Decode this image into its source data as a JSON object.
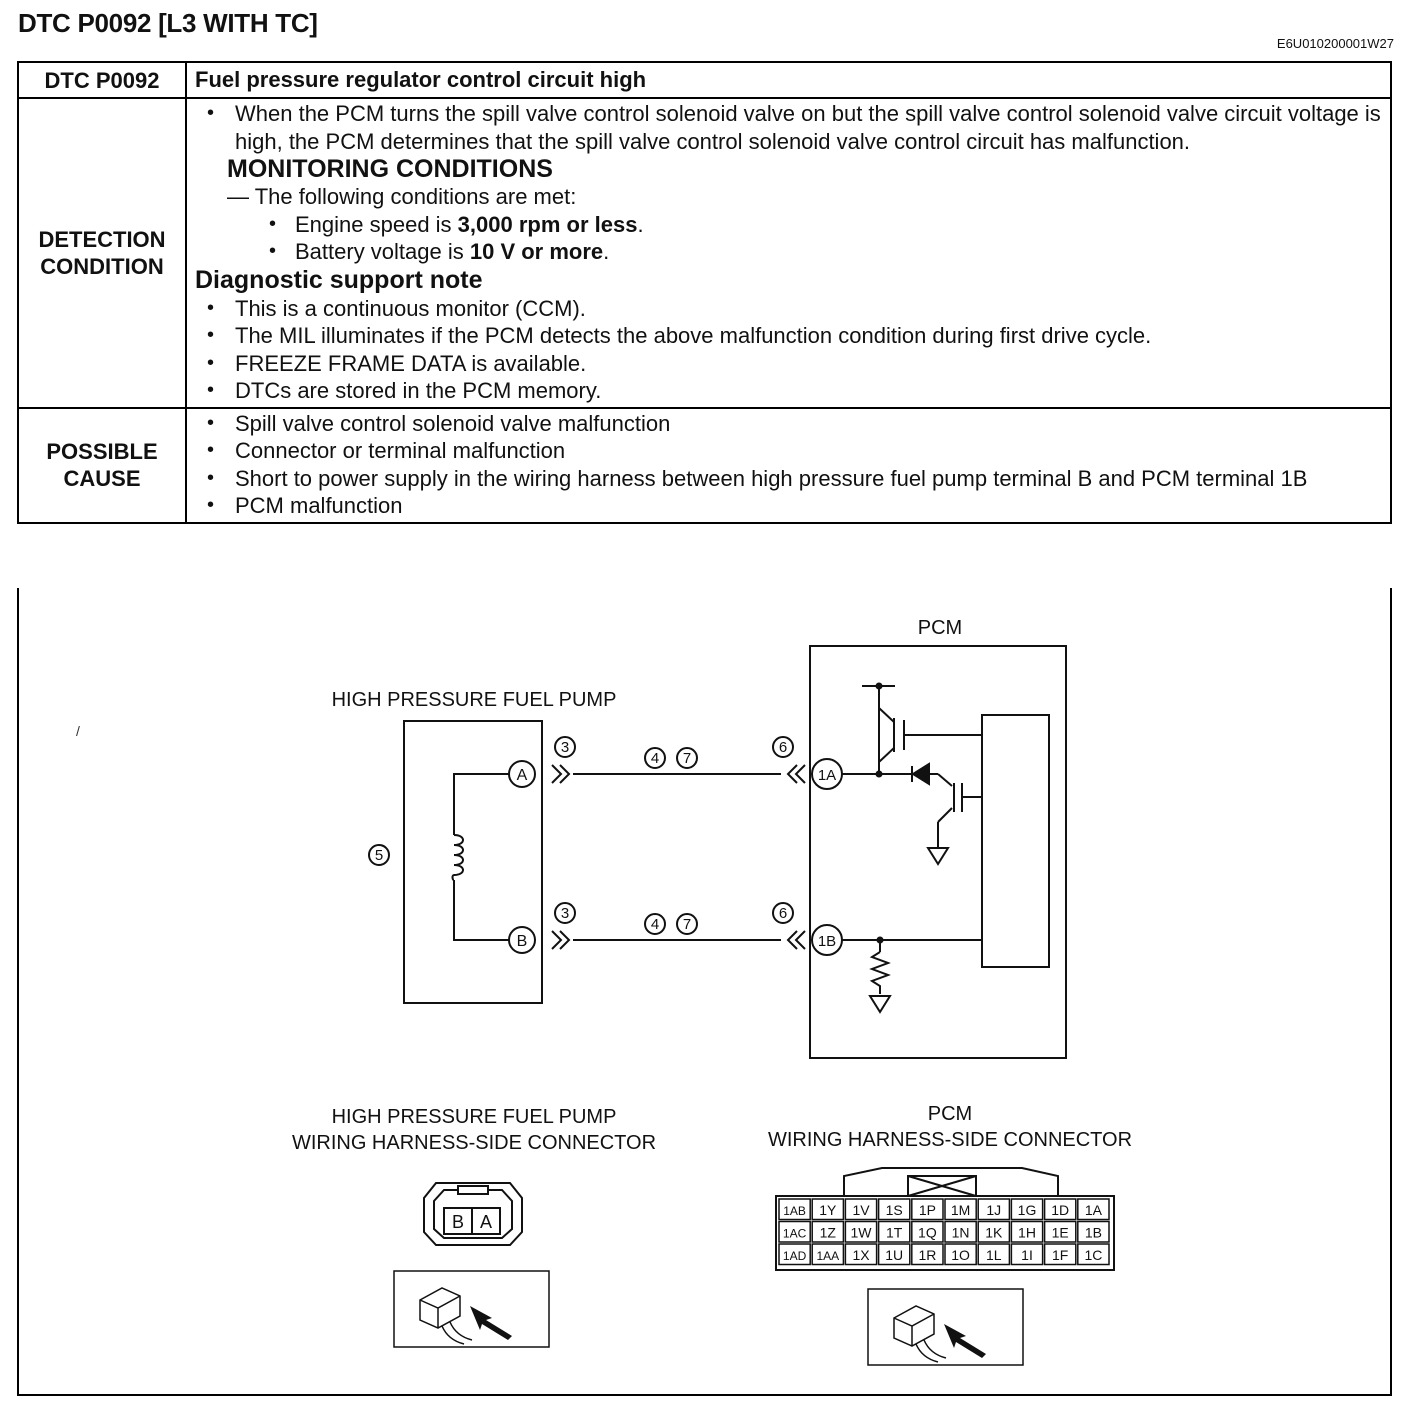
{
  "page": {
    "title": "DTC P0092 [L3 WITH TC]",
    "code": "E6U010200001W27"
  },
  "table": {
    "dtc_label": "DTC P0092",
    "dtc_desc": "Fuel pressure regulator control circuit high",
    "detection": {
      "label_1": "DETECTION",
      "label_2": "CONDITION",
      "intro": "When the PCM turns the spill valve control solenoid valve on but the spill valve control solenoid valve circuit voltage is high, the PCM determines that the spill valve control solenoid valve control circuit has malfunction.",
      "mon_title": "MONITORING CONDITIONS",
      "mon_intro": "— The following conditions are met:",
      "cond1_pre": "Engine speed is ",
      "cond1_bold": "3,000 rpm or less",
      "cond2_pre": "Battery voltage is ",
      "cond2_bold": "10 V or more",
      "note_title": "Diagnostic support note",
      "notes": [
        "This is a continuous monitor (CCM).",
        "The MIL illuminates if the PCM detects the above malfunction condition during first drive cycle.",
        "FREEZE FRAME DATA is available.",
        "DTCs are stored in the PCM memory."
      ]
    },
    "cause": {
      "label_1": "POSSIBLE",
      "label_2": "CAUSE",
      "items": [
        "Spill valve control solenoid valve malfunction",
        "Connector or terminal malfunction",
        "Short to power supply in the wiring harness between high pressure fuel pump terminal B and PCM terminal 1B",
        "PCM malfunction"
      ]
    }
  },
  "diagram": {
    "pump_label": "HIGH PRESSURE FUEL PUMP",
    "pcm_label": "PCM",
    "pin_a": "A",
    "pin_b": "B",
    "pin_1a": "1A",
    "pin_1b": "1B",
    "callouts": {
      "c3": "3",
      "c4": "4",
      "c5": "5",
      "c6": "6",
      "c7": "7"
    },
    "pump_conn_1": "HIGH PRESSURE FUEL PUMP",
    "pump_conn_2": "WIRING HARNESS-SIDE CONNECTOR",
    "pcm_conn_1": "PCM",
    "pcm_conn_2": "WIRING HARNESS-SIDE CONNECTOR",
    "pump_terms": [
      "B",
      "A"
    ],
    "pcm_rows": [
      [
        "1AB",
        "1Y",
        "1V",
        "1S",
        "1P",
        "1M",
        "1J",
        "1G",
        "1D",
        "1A"
      ],
      [
        "1AC",
        "1Z",
        "1W",
        "1T",
        "1Q",
        "1N",
        "1K",
        "1H",
        "1E",
        "1B"
      ],
      [
        "1AD",
        "1AA",
        "1X",
        "1U",
        "1R",
        "1O",
        "1L",
        "1I",
        "1F",
        "1C"
      ]
    ]
  }
}
